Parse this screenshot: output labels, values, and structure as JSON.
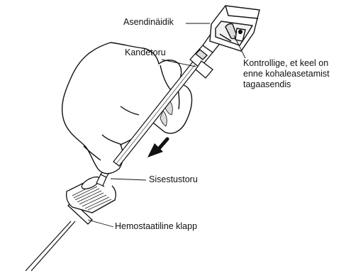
{
  "labels": {
    "position_indicator": "Asendinäidik",
    "catheter_tube": "Kandetoru",
    "check_note": [
      "Kontrollige, et keel on",
      "enne kohaleasetamist",
      "tagaasendis"
    ],
    "insertion_tube": "Sisestustoru",
    "hemostatic_valve": "Hemostaatiline klapp"
  },
  "colors": {
    "ink": "#111111",
    "background": "#ffffff",
    "shade": "#dcdcdc"
  }
}
